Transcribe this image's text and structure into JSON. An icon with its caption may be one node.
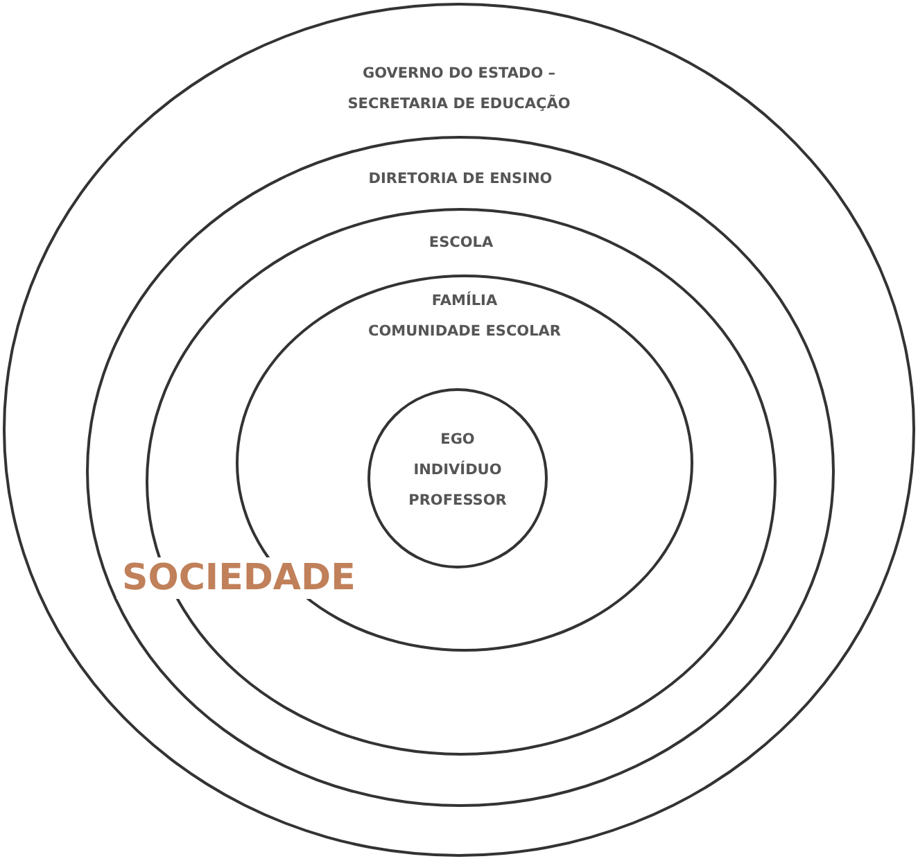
{
  "diagram": {
    "nodes": [
      {
        "text": [
          "GOVERNO DO ESTADO – SECRETARIA DE EDUCAÇÃO"
        ]
      },
      {
        "text": [
          "DIRETORIA DE ENSINO"
        ],
        "in": 0
      },
      {
        "text": [
          "ESCOLA"
        ],
        "in": 1
      },
      {
        "text": [
          "FAMÍLIA",
          "COMUNIDADE ESCOLAR"
        ],
        "in": 2
      },
      {
        "text": [
          "EGO",
          "INDIVÍDUO",
          "PROFESSOR"
        ],
        "in": 3
      }
    ],
    "edges": [],
    "labels": [
      "SOCIEDADE"
    ]
  }
}
